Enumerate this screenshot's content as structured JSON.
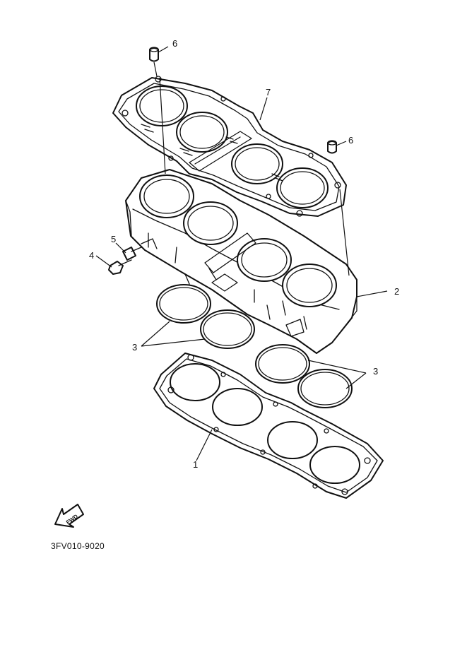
{
  "diagram_code": "3FV010-9020",
  "fwd_badge": "FWD",
  "parts": [
    {
      "number": "1",
      "name": "cylinder-base-gasket"
    },
    {
      "number": "2",
      "name": "cylinder-block"
    },
    {
      "number": "3",
      "name": "o-ring"
    },
    {
      "number": "4",
      "name": "bolt"
    },
    {
      "number": "5",
      "name": "nipple"
    },
    {
      "number": "6",
      "name": "dowel-pin"
    },
    {
      "number": "7",
      "name": "cylinder-head-gasket"
    }
  ],
  "callouts": {
    "c1": "1",
    "c2": "2",
    "c3a": "3",
    "c3b": "3",
    "c4": "4",
    "c5": "5",
    "c6a": "6",
    "c6b": "6",
    "c7": "7"
  }
}
